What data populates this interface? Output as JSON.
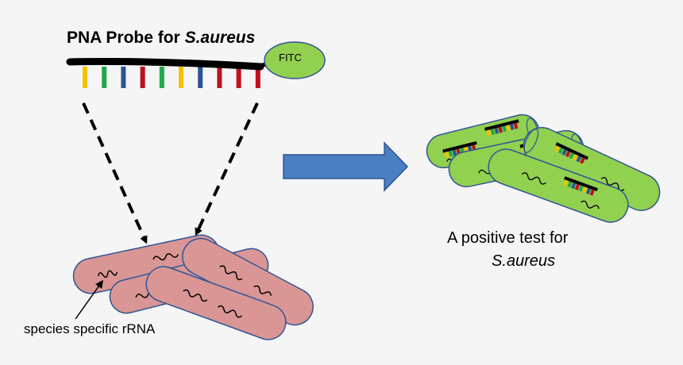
{
  "probe": {
    "title_prefix": "PNA Probe for ",
    "title_species": "S.aureus",
    "label_text": "FITC",
    "base_colors": [
      "#f5c000",
      "#22a84a",
      "#2a5590",
      "#c0101e",
      "#22a84a",
      "#f5c000",
      "#2a5590",
      "#c0101e",
      "#c0101e",
      "#c0101e"
    ]
  },
  "annotation": {
    "rrna_label": "species specific rRNA"
  },
  "result": {
    "line1": "A positive test for",
    "line2": "S.aureus"
  },
  "colors": {
    "background": "#f5f5f5",
    "unlabeled_cell_fill": "#d99694",
    "labeled_cell_fill": "#92d050",
    "cell_outline": "#2f5597",
    "fitc_fill": "#92d050",
    "process_arrow": "#4a7fc1"
  }
}
